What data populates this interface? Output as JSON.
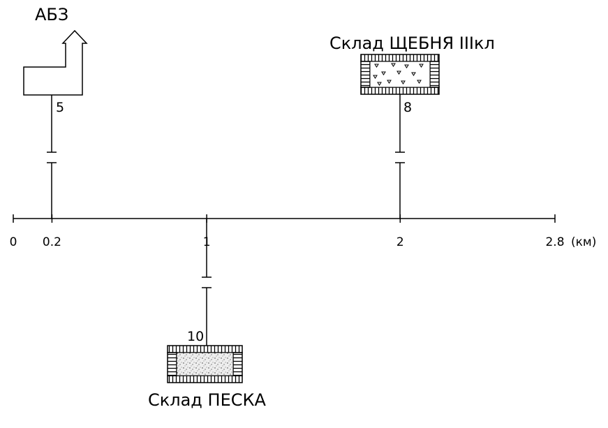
{
  "axis": {
    "ticks": [
      {
        "label": "0",
        "value": 0
      },
      {
        "label": "0.2",
        "value": 0.2
      },
      {
        "label": "1",
        "value": 1
      },
      {
        "label": "2",
        "value": 2
      },
      {
        "label": "2.8",
        "value": 2.8
      }
    ],
    "unit": "(км)",
    "max": 2.8
  },
  "nodes": {
    "abz": {
      "label": "АБЗ",
      "at_km": 0.2,
      "distance": "5"
    },
    "crushed_stone": {
      "label": "Склад ЩЕБНЯ IIIкл",
      "at_km": 2,
      "distance": "8"
    },
    "sand": {
      "label": "Склад ПЕСКА",
      "at_km": 1,
      "distance": "10"
    }
  }
}
